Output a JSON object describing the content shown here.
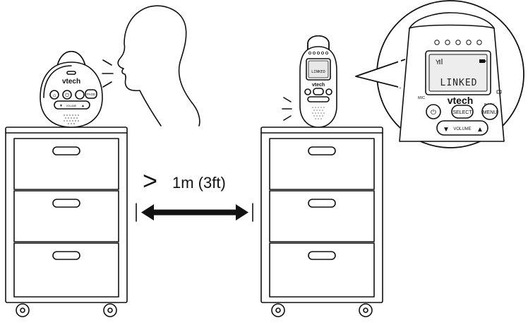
{
  "distance": {
    "symbol": ">",
    "value": "1m (3ft)"
  },
  "parent_unit": {
    "brand": "vtech",
    "screen_status": "LINKED",
    "mic_label": "MIC",
    "back_label": "BACK",
    "select_label": "SELECT",
    "menu_label": "MENU",
    "volume_label": "VOLUME"
  },
  "baby_unit": {
    "brand": "vtech",
    "page_label": "PAGE"
  },
  "icons": [
    "power-icon",
    "night-light-icon",
    "signal-icon",
    "battery-icon",
    "sound-waves-icon",
    "double-arrow-icon"
  ]
}
